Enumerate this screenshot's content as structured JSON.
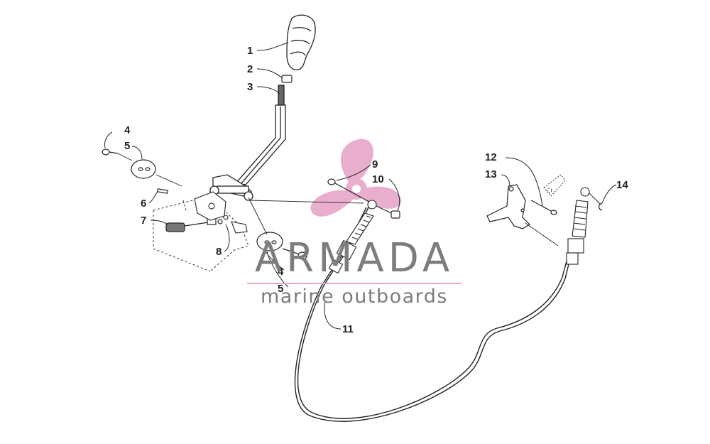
{
  "callouts": [
    {
      "num": "1"
    },
    {
      "num": "2"
    },
    {
      "num": "3"
    },
    {
      "num": "4"
    },
    {
      "num": "5"
    },
    {
      "num": "6"
    },
    {
      "num": "7"
    },
    {
      "num": "8"
    },
    {
      "num": "4"
    },
    {
      "num": "5"
    },
    {
      "num": "9"
    },
    {
      "num": "10"
    },
    {
      "num": "11"
    },
    {
      "num": "12"
    },
    {
      "num": "13"
    },
    {
      "num": "14"
    }
  ],
  "watermark": {
    "title": "ARMADA",
    "subtitle": "marine outboards",
    "logo_icon": "propeller-logo-icon",
    "accent_color": "#e7a6c9",
    "text_color": "#7d7d7d"
  }
}
